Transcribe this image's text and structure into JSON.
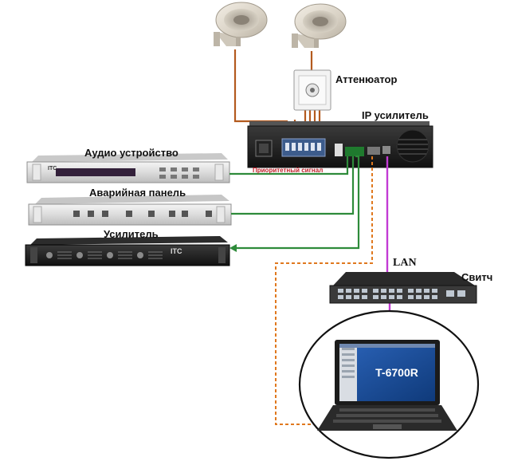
{
  "labels": {
    "attenuator": "Аттенюатор",
    "ip_amplifier": "IP усилитель",
    "audio_device": "Аудио устройство",
    "priority_signal": "Приоритетный сигнал",
    "emergency_panel": "Аварийная панель",
    "amplifier": "Усилитель",
    "lan": "LAN",
    "switch": "Свитч",
    "laptop_screen": "T-6700R"
  },
  "brand": "ITC",
  "colors": {
    "speaker_line": "#b35a1e",
    "audio_line": "#2e8b3a",
    "lan_line": "#c23bd4",
    "control_line": "#e0781e"
  },
  "icons": [
    "horn-speaker-icon",
    "attenuator-icon",
    "ip-amplifier-icon",
    "rack-device-icon",
    "network-switch-icon",
    "laptop-icon"
  ]
}
